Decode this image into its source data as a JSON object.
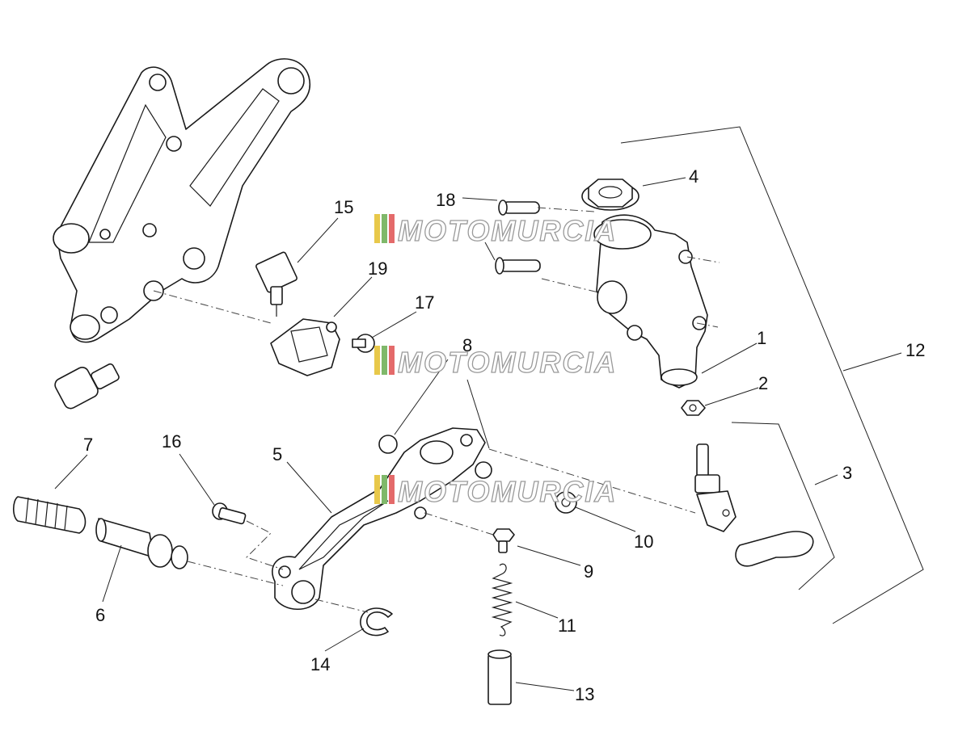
{
  "watermark": {
    "text": "MOTOMURCIA",
    "stripe_colors": [
      "#e8c84a",
      "#7fb86a",
      "#e46a6a"
    ]
  },
  "callouts": {
    "c1": "1",
    "c2": "2",
    "c3": "3",
    "c4": "4",
    "c5": "5",
    "c6": "6",
    "c7": "7",
    "c8": "8",
    "c9": "9",
    "c10": "10",
    "c11": "11",
    "c12": "12",
    "c13": "13",
    "c14": "14",
    "c15": "15",
    "c16": "16",
    "c17": "17",
    "c18": "18",
    "c19": "19"
  }
}
